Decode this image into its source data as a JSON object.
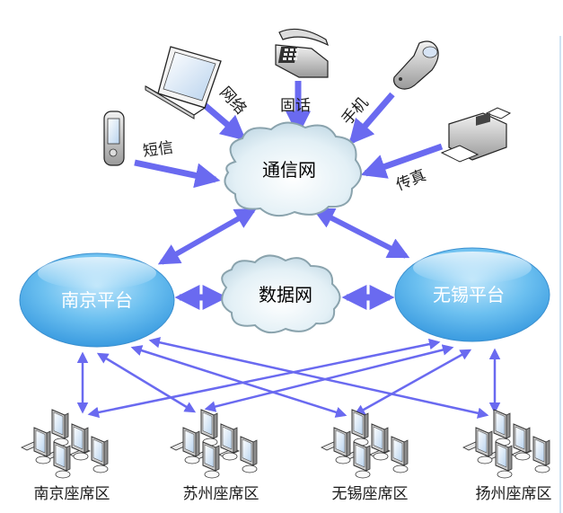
{
  "title": "通信网 / 数据网 平台与座席区结构图",
  "colors": {
    "arrow": "#6a6af0",
    "platform_fill": "#5fb6ec",
    "cloud_fill": "#e6f1f6",
    "cloud_stroke": "#8aa3ad"
  },
  "devices": [
    {
      "id": "sms",
      "icon": "pda-icon",
      "label": "短信"
    },
    {
      "id": "network",
      "icon": "laptop-icon",
      "label": "网络"
    },
    {
      "id": "landline",
      "icon": "telephone-icon",
      "label": "固话"
    },
    {
      "id": "mobile",
      "icon": "flip-phone-icon",
      "label": "手机"
    },
    {
      "id": "fax",
      "icon": "fax-icon",
      "label": "传真"
    }
  ],
  "clouds": {
    "telecom": {
      "label": "通信网"
    },
    "data": {
      "label": "数据网"
    }
  },
  "platforms": {
    "nanjing": {
      "label": "南京平台"
    },
    "wuxi": {
      "label": "无锡平台"
    }
  },
  "zones": [
    {
      "id": "nanjing",
      "label": "南京座席区"
    },
    {
      "id": "suzhou",
      "label": "苏州座席区"
    },
    {
      "id": "wuxi",
      "label": "无锡座席区"
    },
    {
      "id": "yangzhou",
      "label": "扬州座席区"
    }
  ],
  "connections": [
    {
      "from": "sms",
      "to": "telecom",
      "type": "one-way"
    },
    {
      "from": "network",
      "to": "telecom",
      "type": "one-way"
    },
    {
      "from": "landline",
      "to": "telecom",
      "type": "one-way"
    },
    {
      "from": "mobile",
      "to": "telecom",
      "type": "one-way"
    },
    {
      "from": "fax",
      "to": "telecom",
      "type": "one-way"
    },
    {
      "from": "telecom",
      "to": "nanjing-platform",
      "type": "two-way"
    },
    {
      "from": "telecom",
      "to": "wuxi-platform",
      "type": "two-way"
    },
    {
      "from": "nanjing-platform",
      "to": "data",
      "type": "two-way"
    },
    {
      "from": "data",
      "to": "wuxi-platform",
      "type": "two-way"
    },
    {
      "from": "nanjing-platform",
      "to": "nanjing-zone",
      "type": "two-way"
    },
    {
      "from": "nanjing-platform",
      "to": "suzhou-zone",
      "type": "two-way"
    },
    {
      "from": "nanjing-platform",
      "to": "wuxi-zone",
      "type": "two-way"
    },
    {
      "from": "nanjing-platform",
      "to": "yangzhou-zone",
      "type": "two-way"
    },
    {
      "from": "wuxi-platform",
      "to": "nanjing-zone",
      "type": "two-way"
    },
    {
      "from": "wuxi-platform",
      "to": "suzhou-zone",
      "type": "two-way"
    },
    {
      "from": "wuxi-platform",
      "to": "wuxi-zone",
      "type": "two-way"
    },
    {
      "from": "wuxi-platform",
      "to": "yangzhou-zone",
      "type": "two-way"
    }
  ]
}
